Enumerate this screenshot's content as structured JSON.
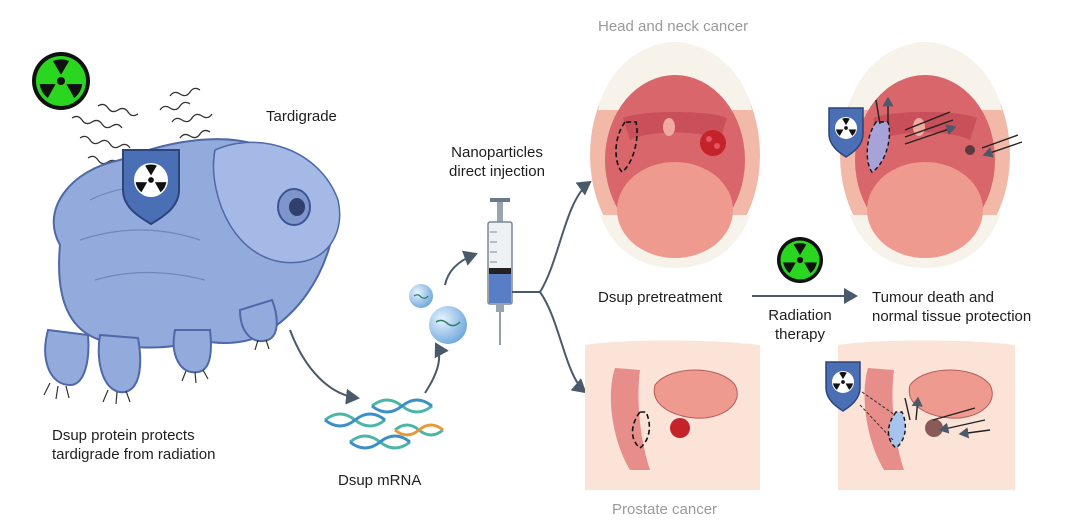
{
  "labels": {
    "tardigrade": "Tardigrade",
    "protects_line1": "Dsup protein protects",
    "protects_line2": "tardigrade from radiation",
    "mrna": "Dsup mRNA",
    "nano_line1": "Nanoparticles",
    "nano_line2": "direct injection",
    "head_neck": "Head and neck cancer",
    "prostate": "Prostate cancer",
    "pretreatment": "Dsup pretreatment",
    "radiation_line1": "Radiation",
    "radiation_line2": "therapy",
    "outcome_line1": "Tumour death and",
    "outcome_line2": "normal tissue protection"
  },
  "icons": {
    "radiation": "radiation-hazard-icon",
    "shield": "shield-radiation-icon",
    "syringe": "syringe-icon"
  },
  "colors": {
    "hazard_green": "#22d61e",
    "shield_blue": "#4b6fb5",
    "tardigrade_blue": "#8fa6d8",
    "mouth_pink": "#e98a8a",
    "tumour_red": "#c4232b",
    "arrow_grey": "#4a5a6a"
  }
}
